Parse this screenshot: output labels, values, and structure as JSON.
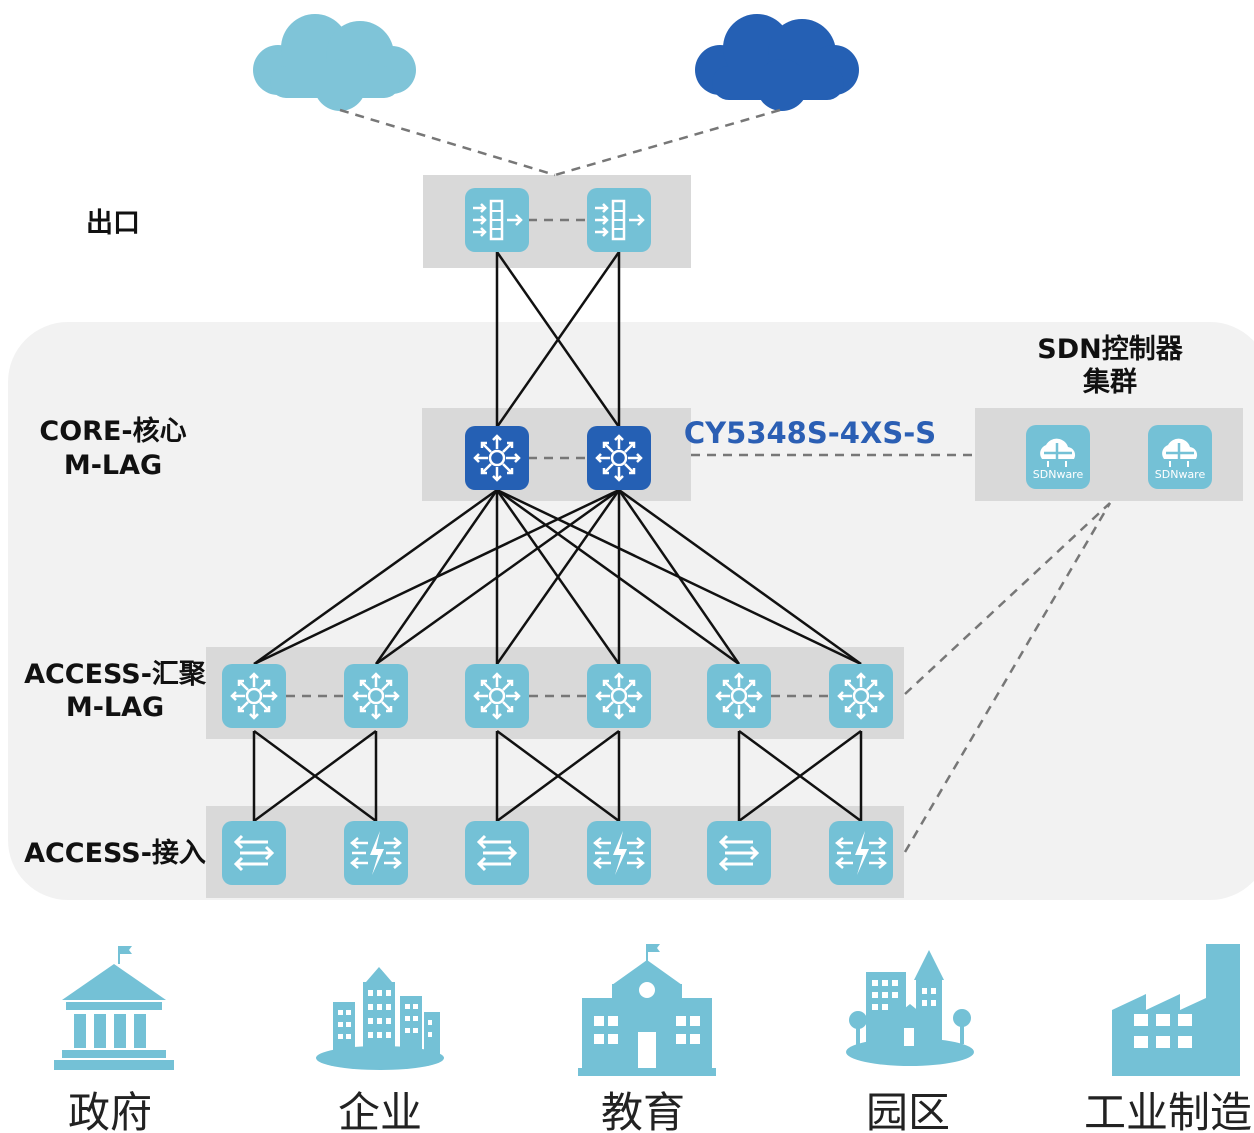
{
  "layers": {
    "egress": "出口",
    "core": [
      "CORE-核心",
      "M-LAG"
    ],
    "aggregation": [
      "ACCESS-汇聚",
      "M-LAG"
    ],
    "access": "ACCESS-接入"
  },
  "core_model": "CY5348S-4XS-S",
  "sdn": {
    "title": [
      "SDN控制器",
      "集群"
    ],
    "node_label": "SDNware"
  },
  "sectors": [
    "政府",
    "企业",
    "教育",
    "园区",
    "工业制造"
  ],
  "colors": {
    "cloud_light": "#7fc4d8",
    "cloud_dark": "#2560b4",
    "device_light": "#74c1d6",
    "device_core": "#2560b4",
    "panel": "#d9d9d9",
    "zone": "#f2f2f2",
    "model_text": "#2b5fb4",
    "building": "#74c1d6"
  },
  "icons": {
    "cloud": "cloud-icon",
    "firewall": "firewall-icon",
    "core_switch": "core-switch-icon",
    "agg_switch": "aggregation-switch-icon",
    "access_switch": "access-switch-icon",
    "poe_switch": "poe-switch-icon",
    "sdn_server": "sdnware-icon"
  }
}
